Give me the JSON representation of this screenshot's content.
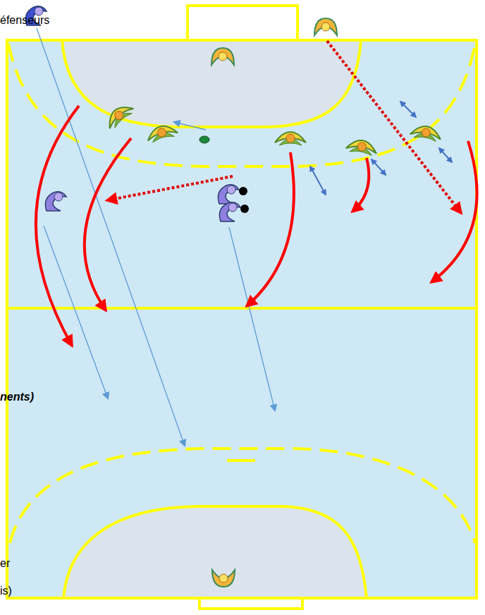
{
  "diagram": {
    "labels": [
      "éfenseurs",
      "nents)",
      "er",
      "is)"
    ]
  }
}
